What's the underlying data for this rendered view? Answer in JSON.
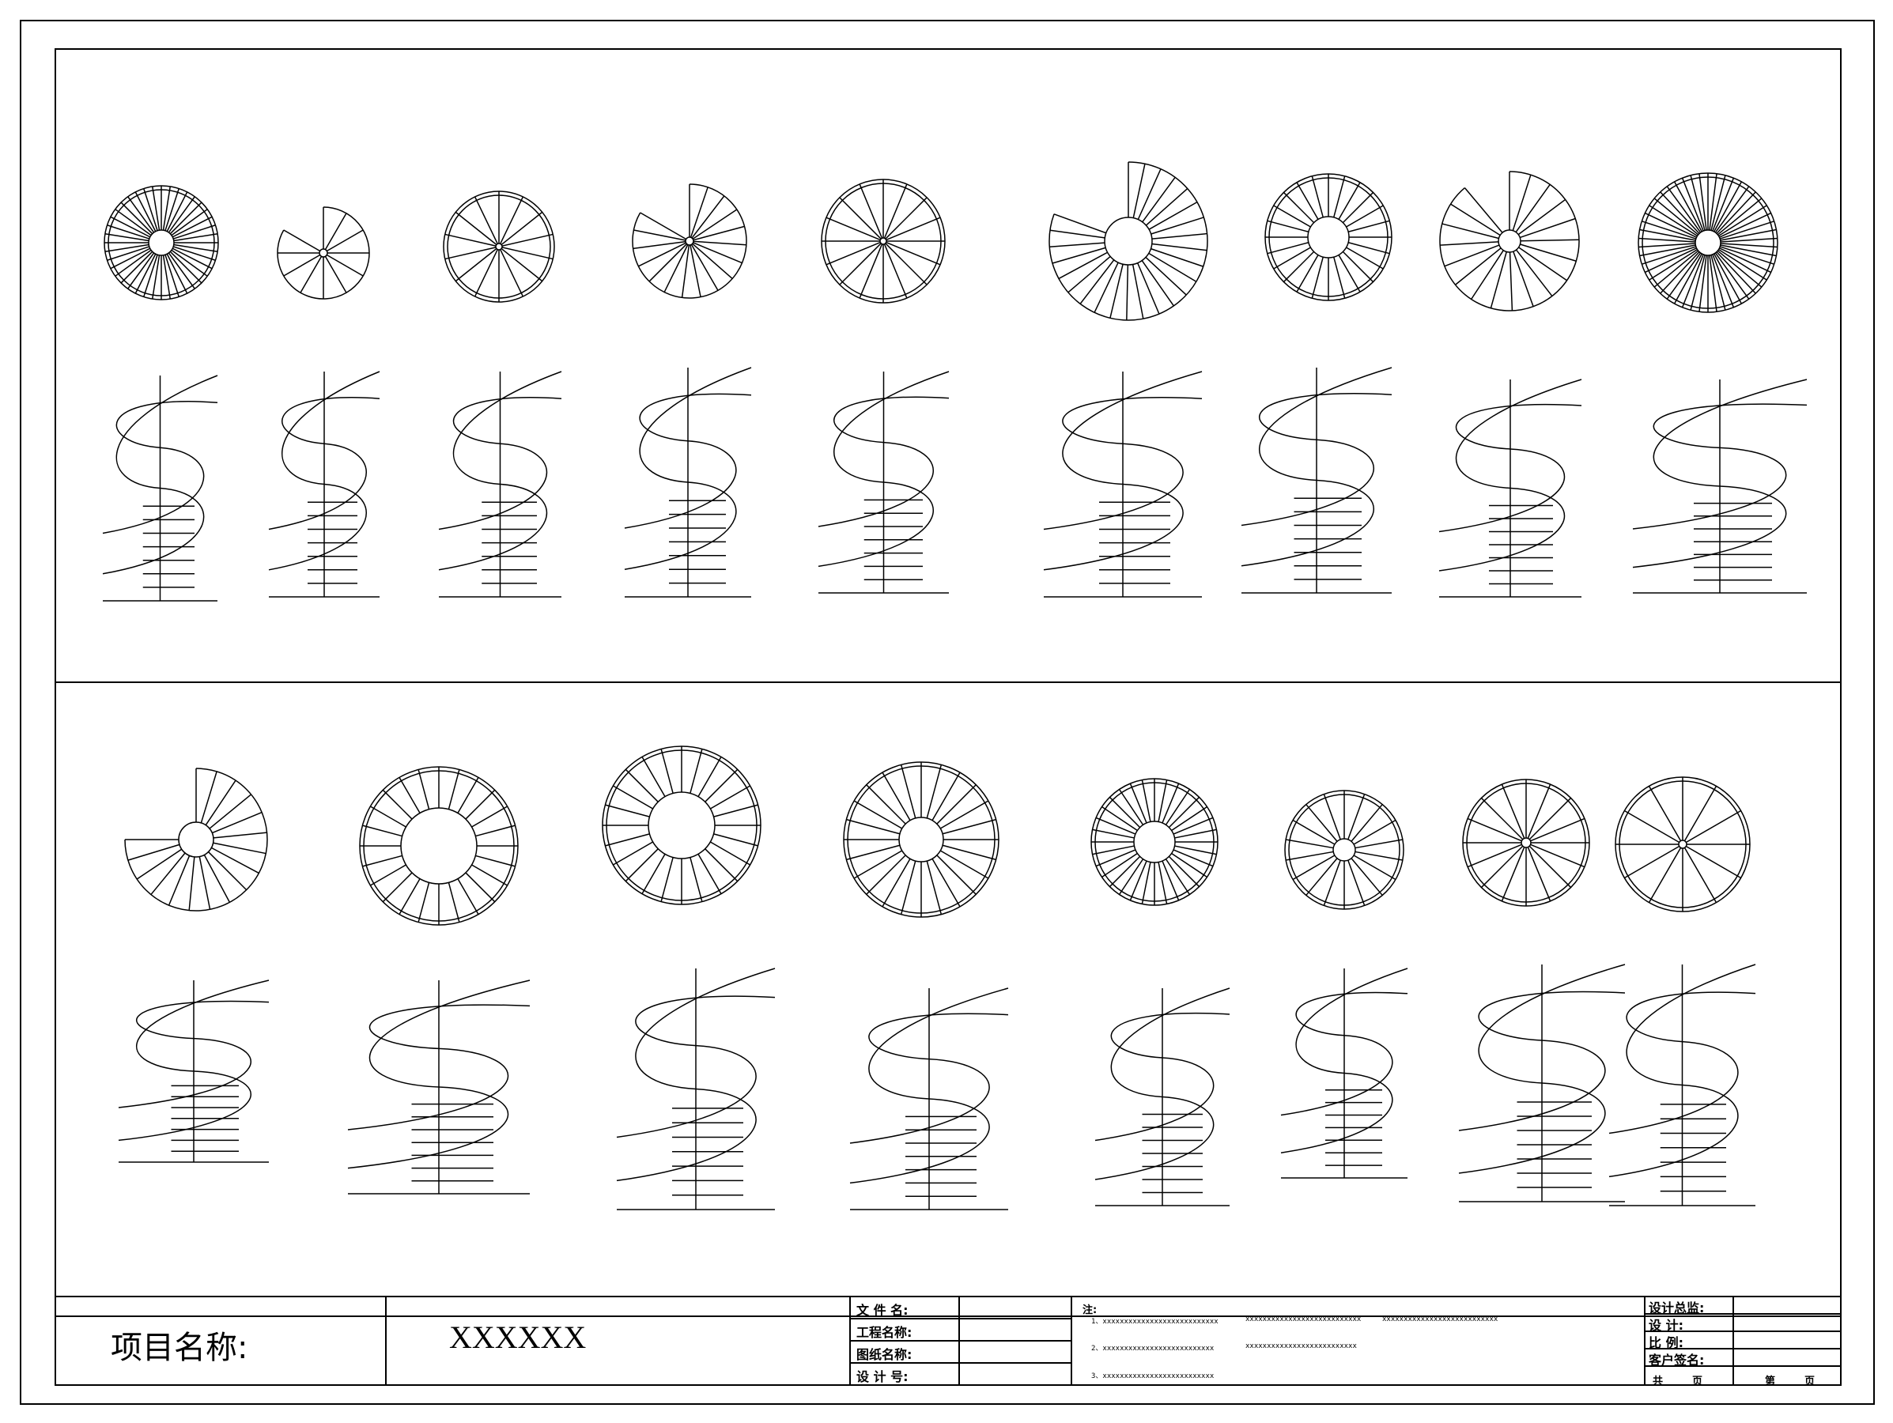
{
  "title_block": {
    "project_label": "项目名称:",
    "project_value": "XXXXXX",
    "fields": [
      "文 件 名:",
      "工程名称:",
      "图纸名称:",
      "设 计 号:"
    ],
    "notes_title": "注:",
    "notes": [
      [
        "1、xxxxxxxxxxxxxxxxxxxxxxxxxxx",
        "xxxxxxxxxxxxxxxxxxxxxxxxxxx",
        "xxxxxxxxxxxxxxxxxxxxxxxxxxx"
      ],
      [
        "2、xxxxxxxxxxxxxxxxxxxxxxxxxx",
        "xxxxxxxxxxxxxxxxxxxxxxxxxx"
      ],
      [
        "3、xxxxxxxxxxxxxxxxxxxxxxxxxx"
      ]
    ],
    "right_fields": [
      "设计总监:",
      "设    计:",
      "比    例:",
      "客户签名:"
    ],
    "page_total": [
      "共",
      "页"
    ],
    "page_current": [
      "第",
      "页"
    ]
  }
}
